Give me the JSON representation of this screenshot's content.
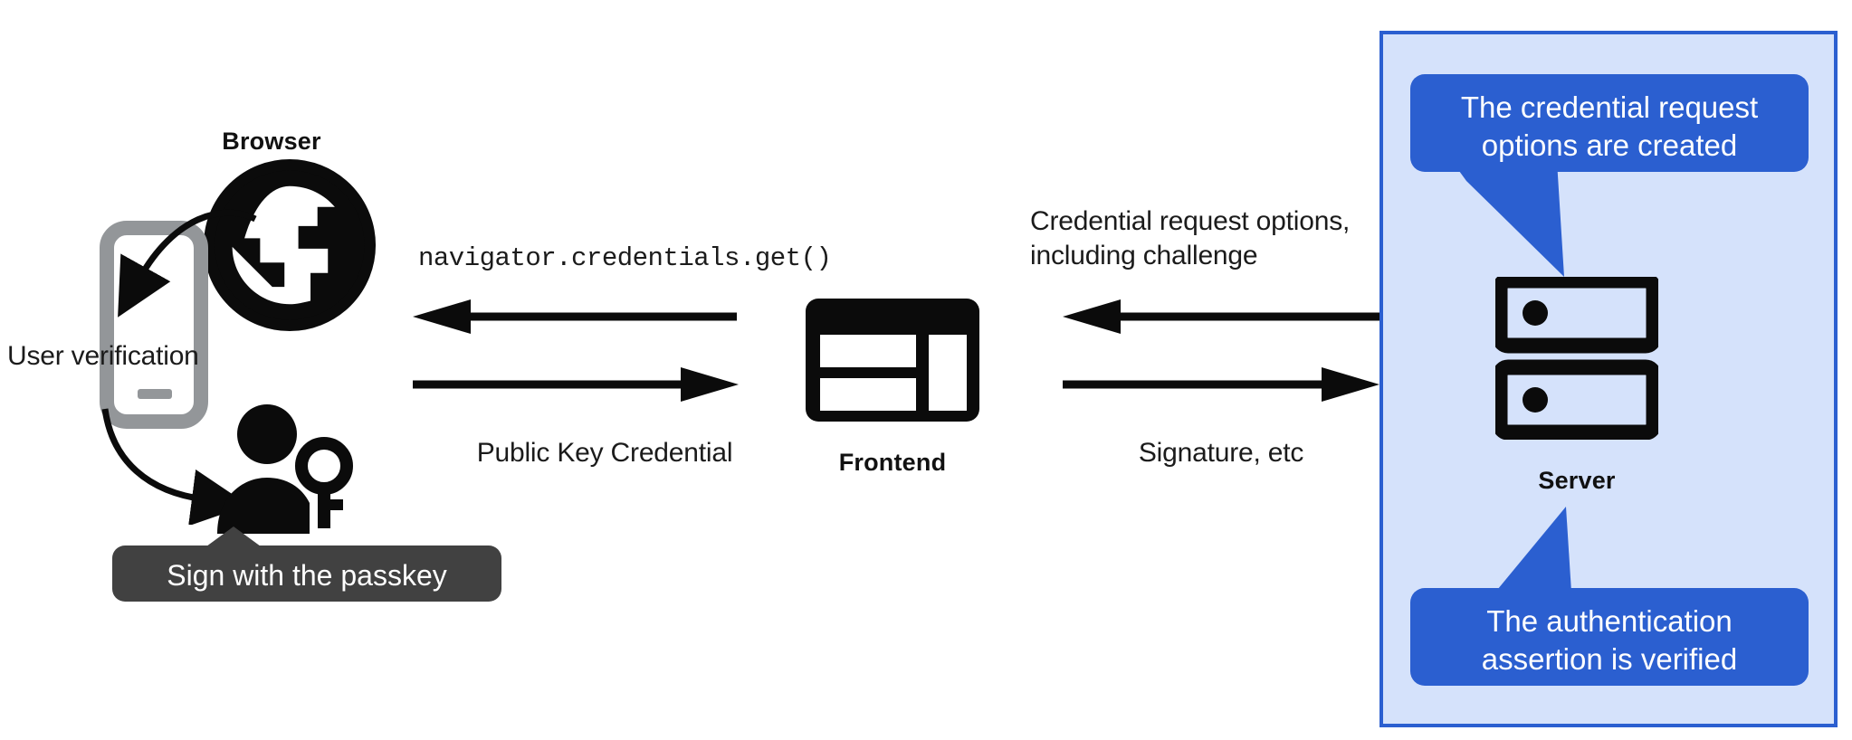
{
  "diagram": {
    "title": "WebAuthn authentication flow",
    "colors": {
      "panel_fill": "#d5e2fb",
      "panel_border": "#2b5fd0",
      "callout_blue": "#2b5fd0",
      "tooltip_dark": "#414141",
      "ink": "#111111",
      "phone_gray": "#939699"
    }
  },
  "browser": {
    "caption": "Browser",
    "icon": "globe-icon"
  },
  "phone": {
    "icon": "smartphone-icon",
    "caption": "User verification"
  },
  "user": {
    "icon": "person-with-key-icon",
    "tooltip": "Sign with the passkey"
  },
  "frontend": {
    "caption": "Frontend",
    "icon": "web-layout-icon"
  },
  "server": {
    "caption": "Server",
    "icon": "server-racks-icon",
    "callout_top": "The credential request\noptions are created",
    "callout_bottom": "The authentication\nassertion is verified"
  },
  "arrows": {
    "browser_to_frontend_left_label": "navigator.credentials.get()",
    "frontend_to_browser_right_label": "Public Key Credential",
    "server_to_frontend_label": "Credential request options,\nincluding challenge",
    "frontend_to_server_label": "Signature, etc"
  }
}
